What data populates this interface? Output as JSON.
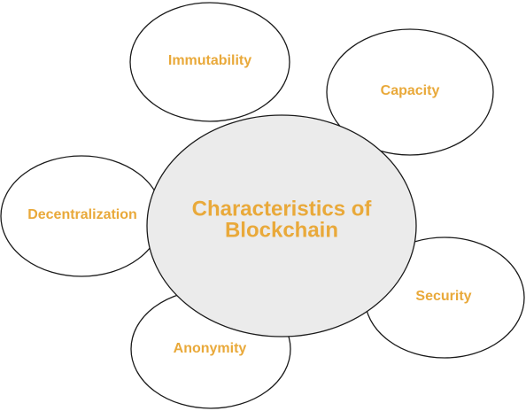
{
  "colors": {
    "label": "#e9a93a",
    "center_fill": "#ebebeb",
    "node_fill": "#ffffff",
    "stroke": "#1a1a1a"
  },
  "diagram": {
    "center": {
      "line1": "Characteristics of",
      "line2": "Blockchain"
    },
    "nodes": {
      "immutability": "Immutability",
      "capacity": "Capacity",
      "decentralization": "Decentralization",
      "security": "Security",
      "anonymity": "Anonymity"
    }
  }
}
